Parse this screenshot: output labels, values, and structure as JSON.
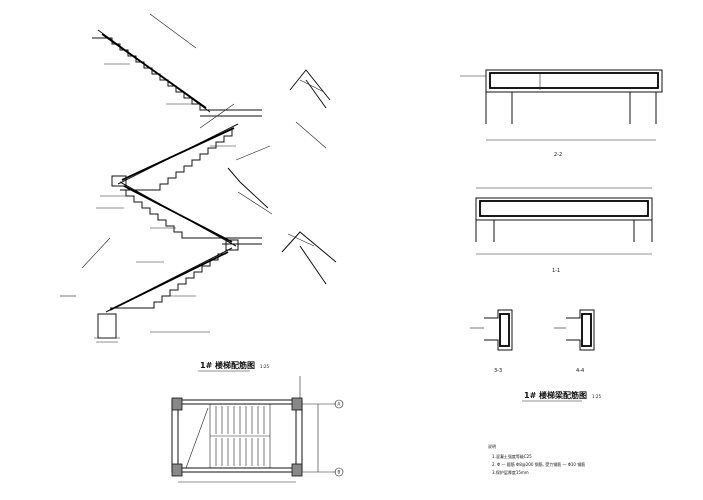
{
  "titles": {
    "stair_section": "1# 楼梯配筋图",
    "beam_details": "1# 楼梯梁配筋图",
    "stair_scale": "1:25",
    "beam_scale": "1:25"
  },
  "sections": {
    "s22": "2-2",
    "s11": "1-1",
    "s33": "3-3",
    "s44": "4-4"
  },
  "notes": {
    "heading": "说明",
    "line1": "1.混凝土强度等级C25",
    "line2": "2.  Φ — 箍筋 Φ8@200 钢筋, 受力钢筋 — Φ10 钢筋",
    "line3": "3.保护层厚度15mm"
  },
  "axes": {
    "a": "A",
    "b": "B"
  }
}
